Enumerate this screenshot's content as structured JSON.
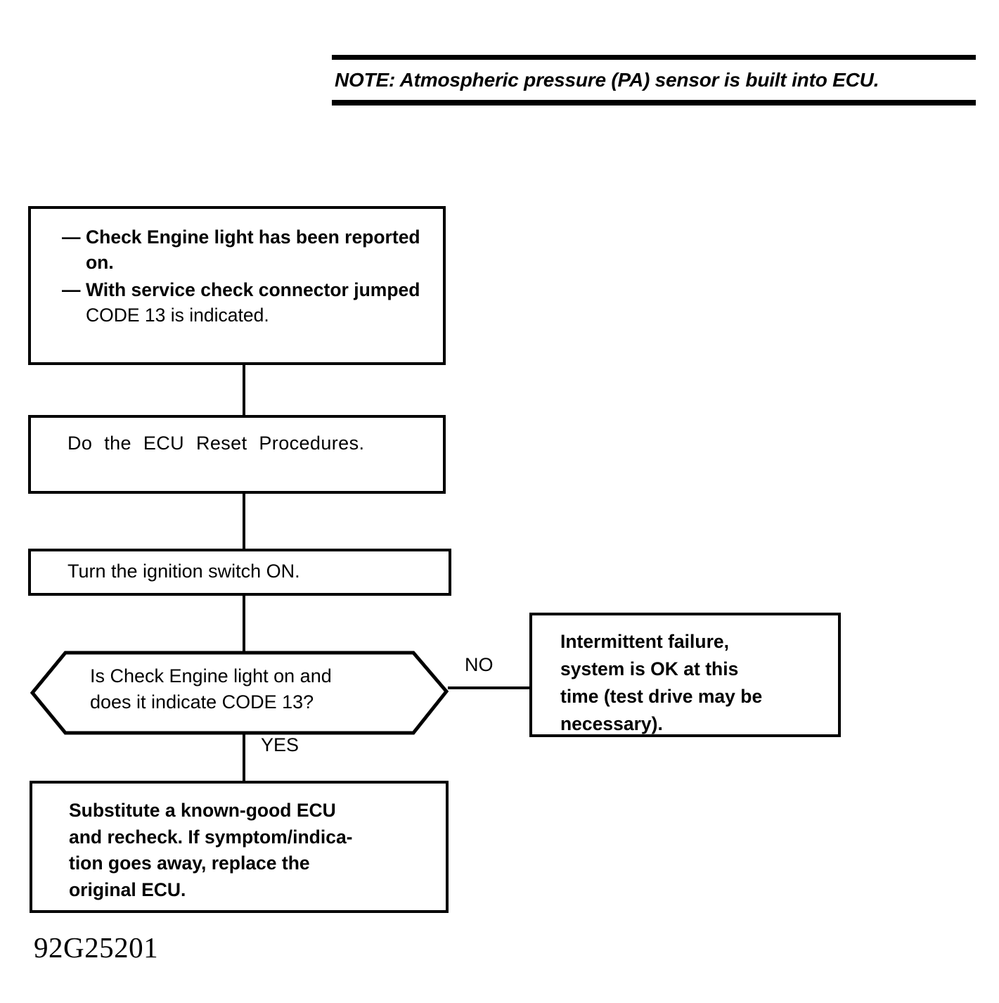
{
  "note": {
    "text": "NOTE: Atmospheric pressure (PA) sensor is built into ECU."
  },
  "flowchart": {
    "title": "ECU / CODE 13 troubleshooting flowchart",
    "symptom_box": {
      "bullets": [
        {
          "marker": "—",
          "bold_text": "Check Engine light has been reported on.",
          "regular_text": ""
        },
        {
          "marker": "—",
          "bold_text": "With service check connector jumped ",
          "regular_text": "CODE 13 is indicated."
        }
      ]
    },
    "reset_box": {
      "text": "Do the ECU Reset Procedures."
    },
    "ignition_box": {
      "text": "Turn the ignition switch ON."
    },
    "decision": {
      "line1": "Is Check Engine light on and",
      "line2": "does it indicate CODE 13?",
      "branch_no": "NO",
      "branch_yes": "YES"
    },
    "intermittent_box": {
      "line1": "Intermittent failure,",
      "line2": "system is OK at this",
      "line3": "time (test drive may be",
      "line4": "necessary)."
    },
    "substitute_box": {
      "line1": "Substitute a known-good ECU",
      "line2": "and recheck. If symptom/indica-",
      "line3": "tion goes away, replace the",
      "line4": "original ECU."
    }
  },
  "figure_id": "92G25201",
  "colors": {
    "ink": "#000000",
    "paper": "#ffffff"
  }
}
